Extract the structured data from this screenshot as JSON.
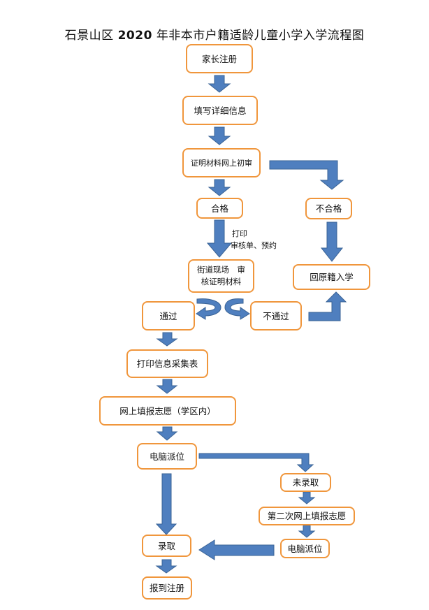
{
  "title": {
    "prefix": "石景山区",
    "year": "2020",
    "suffix": "年非本市户籍适龄儿童小学入学流程图"
  },
  "nodes": {
    "parent_register": "家长注册",
    "fill_details": "填写详细信息",
    "online_review": "证明材料网上初审",
    "qualified": "合格",
    "unqualified": "不合格",
    "street_review_line1": "街道现场　审",
    "street_review_line2": "核证明材料",
    "return_origin": "回原籍入学",
    "passed": "通过",
    "not_passed": "不通过",
    "print_info_form": "打印信息采集表",
    "online_application": "网上填报志愿（学区内）",
    "computer_assign": "电脑派位",
    "not_admitted": "未录取",
    "second_application": "第二次网上填报志愿",
    "computer_assign_2": "电脑派位",
    "admitted": "录取",
    "report_register": "报到注册"
  },
  "notes": {
    "print_line1": "打印",
    "print_line2": "审核单、预约"
  },
  "colors": {
    "box_border": "#f0963c",
    "arrow_fill": "#4f7fbf",
    "arrow_stroke": "#3a6395"
  }
}
